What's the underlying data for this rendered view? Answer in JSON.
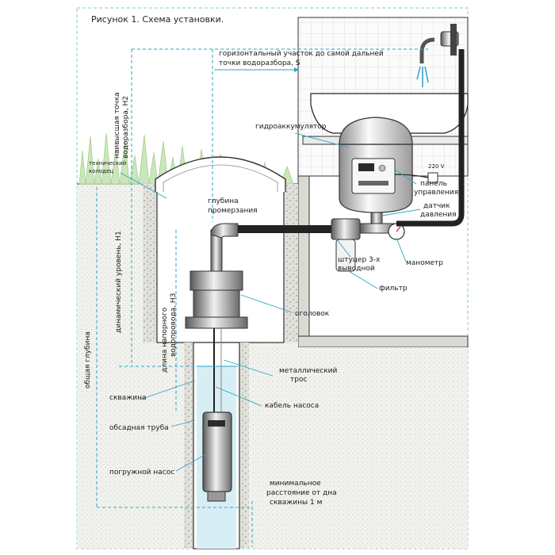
{
  "title": "Рисунок 1. Схема установки.",
  "colors": {
    "accent": "#2aa6c8",
    "soil": "#eeeeea",
    "water": "#cdeaf3",
    "dark": "#1a1a1a",
    "grass": "#bfe0ad"
  },
  "labels": {
    "horizontal_1": "горизонтальный участок до самой дальней",
    "horizontal_2": "точки водоразбора,  S",
    "highest_1": "наивысшая точка",
    "highest_2": "водоразбора, H2",
    "tech_well_1": "технический",
    "tech_well_2": "колодец",
    "freeze_1": "глубина",
    "freeze_2": "промерзания",
    "accumulator": "гидроаккумулятор",
    "voltage": "220 V",
    "panel_1": "панель",
    "panel_2": "управления",
    "sensor_1": "датчик",
    "sensor_2": "давления",
    "fitting_1": "штуцер 3-х",
    "fitting_2": "выводной",
    "manometer": "манометр",
    "filter": "фильтр",
    "wellhead": "оголовок",
    "cable_rope_1": "металлический",
    "cable_rope_2": "трос",
    "pump_cable": "кабель насоса",
    "dynamic_level": "динамический уровень, H1",
    "pipe_length_1": "длина напорного",
    "pipe_length_2": "водопровода, H3",
    "total_depth": "общая глубина",
    "well": "скважина",
    "casing": "обсадная труба",
    "submersible": "погружной насос",
    "min_dist_1": "минимальное",
    "min_dist_2": "расстояние от дна",
    "min_dist_3": "скважины 1 м"
  }
}
